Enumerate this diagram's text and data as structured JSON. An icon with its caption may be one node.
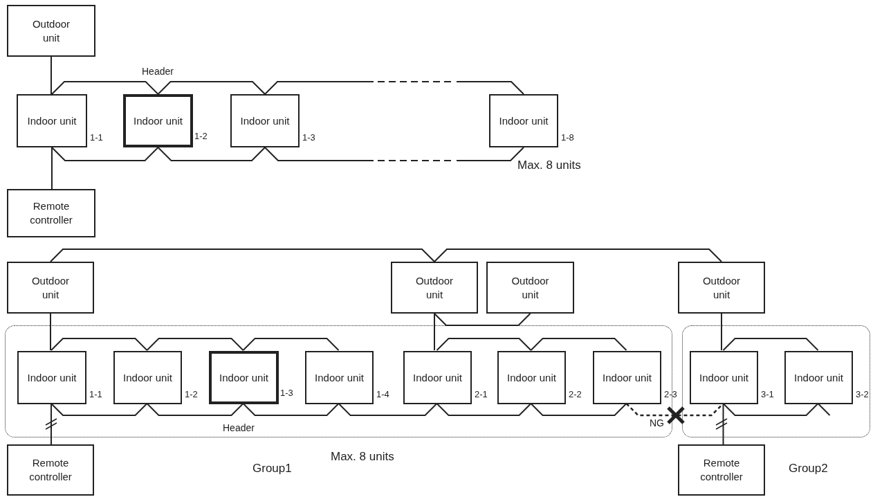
{
  "diagram": {
    "nodes": [
      {
        "text": [
          "Outdoor unit"
        ]
      },
      {
        "text": [
          "Indoor unit"
        ],
        "beside": [
          "1-1"
        ]
      },
      {
        "text": [
          "Indoor unit"
        ],
        "beside": [
          "1-2"
        ]
      },
      {
        "text": [
          "Indoor unit"
        ],
        "beside": [
          "1-3"
        ]
      },
      {
        "text": [
          "Indoor unit"
        ],
        "beside": [
          "1-8"
        ]
      },
      {
        "text": [
          "Remote controller"
        ]
      },
      {
        "text": [
          "Outdoor unit"
        ]
      },
      {
        "text": [
          "Outdoor unit"
        ]
      },
      {
        "text": [
          "Outdoor unit"
        ]
      },
      {
        "text": [
          "Outdoor unit"
        ]
      },
      {
        "text": [],
        "shape": "box"
      },
      {
        "text": [],
        "shape": "box"
      },
      {
        "text": [
          "Indoor unit"
        ],
        "beside": [
          "1-1"
        ],
        "in": 10
      },
      {
        "text": [
          "Indoor unit"
        ],
        "beside": [
          "1-2"
        ],
        "in": 10
      },
      {
        "text": [
          "Indoor unit"
        ],
        "beside": [
          "1-3"
        ],
        "in": 10
      },
      {
        "text": [
          "Indoor unit"
        ],
        "beside": [
          "1-4"
        ],
        "in": 10
      },
      {
        "text": [
          "Indoor unit"
        ],
        "beside": [
          "2-1"
        ],
        "in": 10
      },
      {
        "text": [
          "Indoor unit"
        ],
        "beside": [
          "2-2"
        ],
        "in": 10
      },
      {
        "text": [
          "Indoor unit"
        ],
        "beside": [
          "2-3"
        ],
        "in": 10
      },
      {
        "text": [
          "Indoor unit"
        ],
        "beside": [
          "3-1"
        ],
        "in": 11
      },
      {
        "text": [
          "Indoor unit"
        ],
        "beside": [
          "3-2"
        ],
        "in": 11
      },
      {
        "text": [
          "Remote controller"
        ]
      },
      {
        "text": [
          "Remote controller"
        ]
      }
    ],
    "edges": [
      {
        "from": 0,
        "to": 1,
        "arrow": "none"
      },
      {
        "from": 1,
        "to": 5,
        "arrow": "none"
      },
      {
        "from": 1,
        "to": 2,
        "arrow": "none"
      },
      {
        "from": 1,
        "to": 2,
        "arrow": "none"
      },
      {
        "from": 2,
        "to": 3,
        "arrow": "none"
      },
      {
        "from": 2,
        "to": 3,
        "arrow": "none"
      },
      {
        "from": 3,
        "to": 4,
        "arrow": "none",
        "style": "dashed"
      },
      {
        "from": 3,
        "to": 4,
        "arrow": "none",
        "style": "dashed"
      },
      {
        "from": 6,
        "to": 7,
        "arrow": "none"
      },
      {
        "from": 7,
        "to": 9,
        "arrow": "none"
      },
      {
        "from": 7,
        "to": 8,
        "arrow": "none"
      },
      {
        "from": 7,
        "to": 16,
        "arrow": "none"
      },
      {
        "from": 6,
        "to": 12,
        "arrow": "none"
      },
      {
        "from": 12,
        "to": 13,
        "arrow": "none"
      },
      {
        "from": 12,
        "to": 13,
        "arrow": "none"
      },
      {
        "from": 13,
        "to": 14,
        "arrow": "none"
      },
      {
        "from": 13,
        "to": 14,
        "arrow": "none"
      },
      {
        "from": 14,
        "to": 15,
        "arrow": "none"
      },
      {
        "from": 14,
        "to": 15,
        "arrow": "none"
      },
      {
        "from": 15,
        "to": 16,
        "arrow": "none"
      },
      {
        "from": 16,
        "to": 17,
        "arrow": "none"
      },
      {
        "from": 16,
        "to": 17,
        "arrow": "none"
      },
      {
        "from": 17,
        "to": 18,
        "arrow": "none"
      },
      {
        "from": 17,
        "to": 18,
        "arrow": "none"
      },
      {
        "from": 18,
        "to": 19,
        "arrow": "none",
        "style": "dashed",
        "label": "NG"
      },
      {
        "from": 12,
        "to": 21,
        "arrow": "none"
      },
      {
        "from": 9,
        "to": 19,
        "arrow": "none"
      },
      {
        "from": 19,
        "to": 20,
        "arrow": "none"
      },
      {
        "from": 19,
        "to": 20,
        "arrow": "none"
      },
      {
        "from": 20,
        "to": null,
        "arrow": "none"
      },
      {
        "from": 19,
        "to": 22,
        "arrow": "none"
      }
    ],
    "labels": [
      "Header",
      "Max. 8 units",
      "Header",
      "Max. 8 units",
      "Group1",
      "Group2"
    ]
  }
}
